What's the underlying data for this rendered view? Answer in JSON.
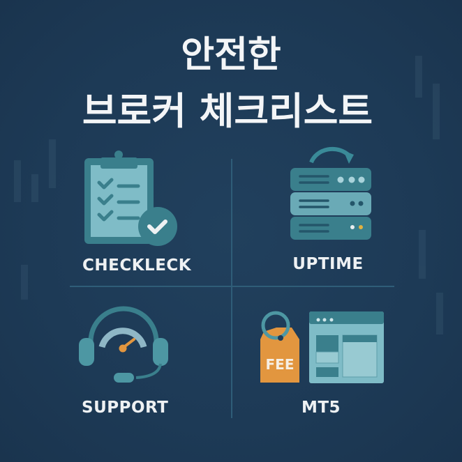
{
  "title": {
    "line1": "안전한",
    "line2": "브로커 체크리스트"
  },
  "cards": [
    {
      "label": "CHECKLECK",
      "icon": "clipboard-checklist-icon"
    },
    {
      "label": "UPTIME",
      "icon": "server-uptime-icon"
    },
    {
      "label": "SUPPORT",
      "icon": "headset-gauge-icon"
    },
    {
      "label": "MT5",
      "icon": "fee-tag-platform-window-icon",
      "tag_text": "FEE"
    }
  ],
  "colors": {
    "background": "#1e3c58",
    "teal_dark": "#3a7f8c",
    "teal_light": "#7fbcc7",
    "orange": "#e2963f",
    "text": "#eef1f3"
  }
}
